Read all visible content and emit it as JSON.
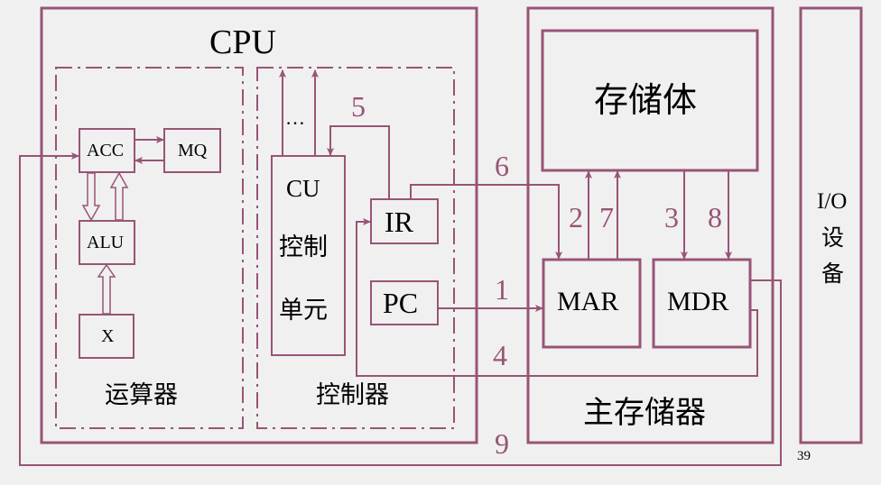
{
  "colors": {
    "stroke": "#985476",
    "background": "#f0f0f0",
    "text": "#000000"
  },
  "cpu": {
    "title": "CPU",
    "alu_section": {
      "label": "运算器",
      "registers": {
        "acc": "ACC",
        "mq": "MQ",
        "alu": "ALU",
        "x": "X"
      }
    },
    "control_section": {
      "label": "控制器",
      "cu": {
        "line1": "CU",
        "line2": "控制",
        "line3": "单元"
      },
      "ir": "IR",
      "pc": "PC",
      "ellipsis": "…"
    }
  },
  "memory": {
    "label": "主存储器",
    "storage": "存储体",
    "mar": "MAR",
    "mdr": "MDR"
  },
  "io": {
    "line1": "I/O",
    "line2": "设",
    "line3": "备"
  },
  "steps": {
    "s1": "1",
    "s2": "2",
    "s3": "3",
    "s4": "4",
    "s5": "5",
    "s6": "6",
    "s7": "7",
    "s8": "8",
    "s9": "9"
  },
  "page_number": "39"
}
